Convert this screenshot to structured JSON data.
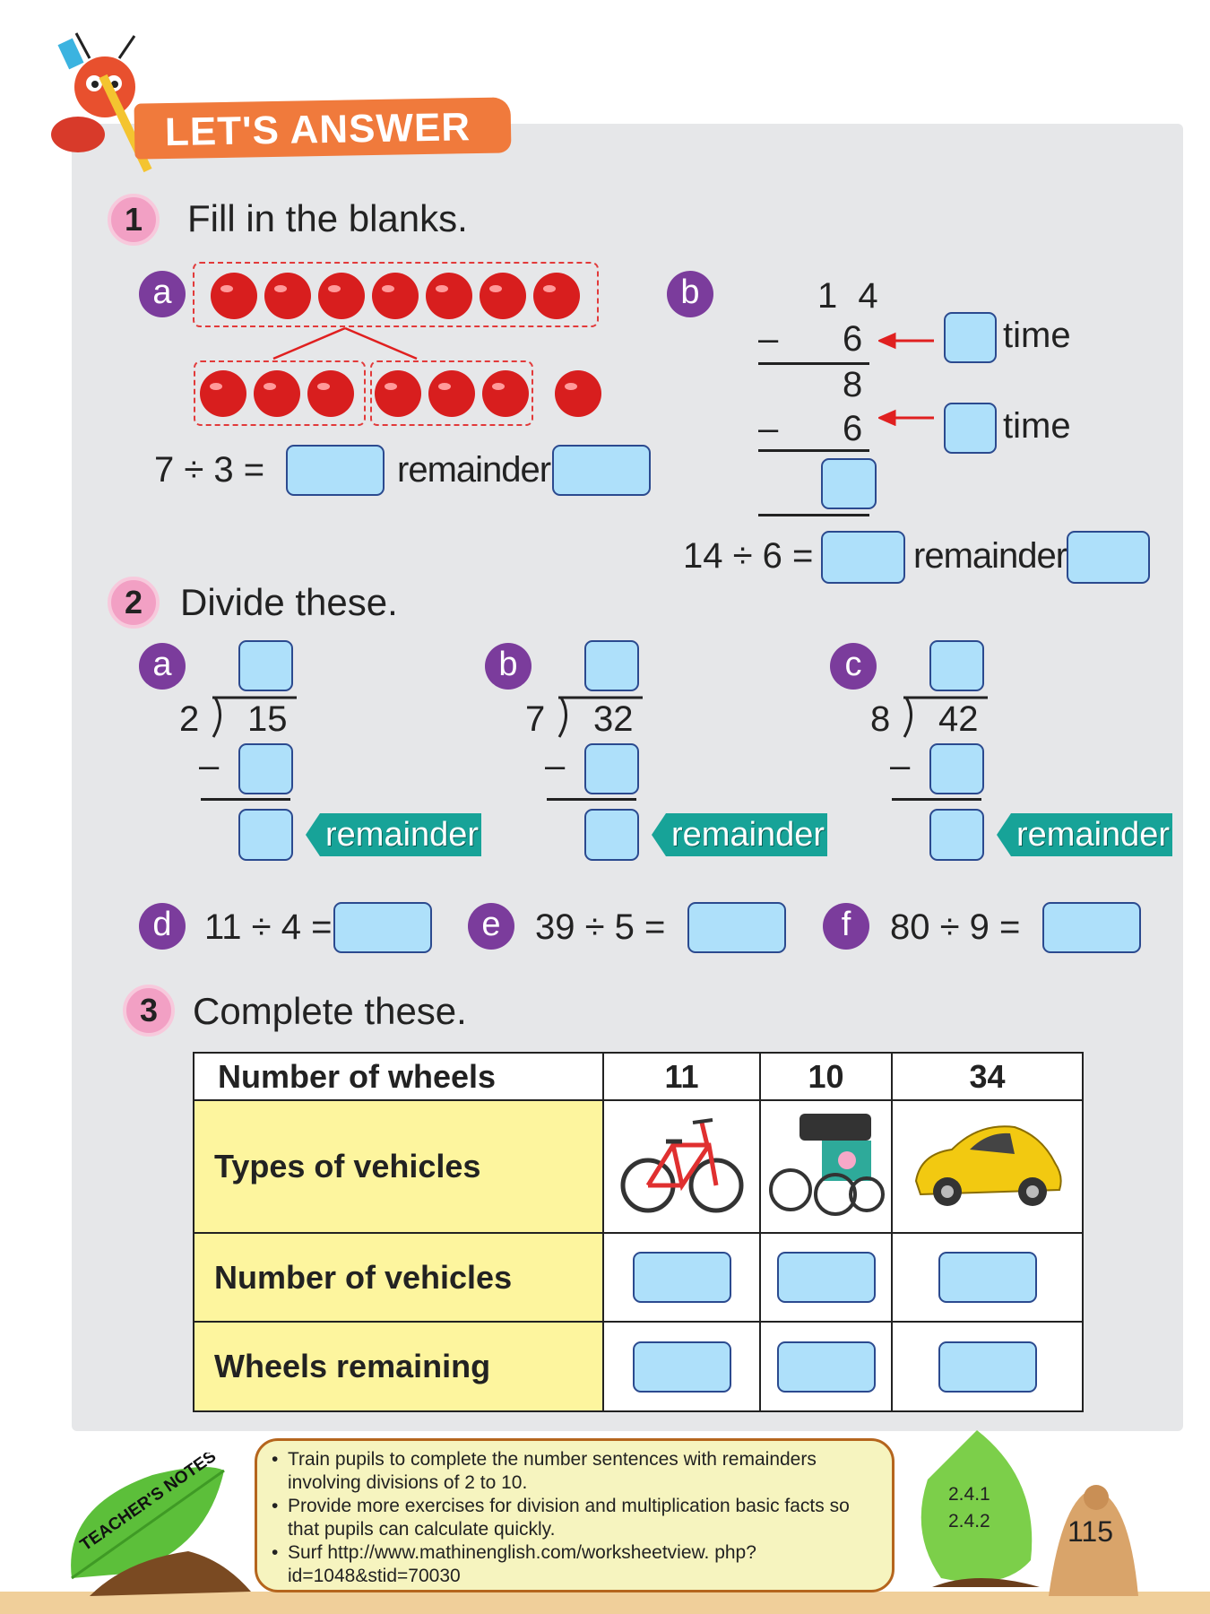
{
  "header": {
    "title": "LET'S ANSWER"
  },
  "q1": {
    "number": "1",
    "title": "Fill in the blanks.",
    "a": {
      "label": "a",
      "equation": "7 ÷ 3 =",
      "remainder_label": "remainder",
      "apples_total": 7,
      "groups": 2,
      "group_size": 3,
      "leftover": 1
    },
    "b": {
      "label": "b",
      "minuend": "1 4",
      "sub1": "6",
      "middle": "8",
      "sub2": "6",
      "minus": "–",
      "time_label": "time",
      "equation": "14 ÷ 6 =",
      "remainder_label": "remainder"
    }
  },
  "q2": {
    "number": "2",
    "title": "Divide these.",
    "long": [
      {
        "label": "a",
        "divisor": "2",
        "dividend": "15"
      },
      {
        "label": "b",
        "divisor": "7",
        "dividend": "32"
      },
      {
        "label": "c",
        "divisor": "8",
        "dividend": "42"
      }
    ],
    "minus": "–",
    "remainder_tag": "remainder",
    "inline": [
      {
        "label": "d",
        "equation": "11 ÷ 4 ="
      },
      {
        "label": "e",
        "equation": "39 ÷ 5 ="
      },
      {
        "label": "f",
        "equation": "80 ÷ 9 ="
      }
    ]
  },
  "q3": {
    "number": "3",
    "title": "Complete these.",
    "table": {
      "header": "Number of wheels",
      "wheels": [
        "11",
        "10",
        "34"
      ],
      "rows": [
        "Types of vehicles",
        "Number of vehicles",
        "Wheels remaining"
      ],
      "vehicles": [
        "bicycle",
        "trishaw",
        "car"
      ]
    }
  },
  "footer": {
    "badge": "TEACHER'S NOTES",
    "notes": [
      "Train pupils to complete the number sentences with remainders involving divisions of 2 to 10.",
      "Provide more exercises for division and multiplication basic facts so that pupils can calculate quickly.",
      "Surf http://www.mathinenglish.com/worksheetview. php?id=1048&stid=70030"
    ],
    "standards": [
      "2.4.1",
      "2.4.2"
    ],
    "page_number": "115"
  },
  "colors": {
    "blank_fill": "#aee0fa",
    "badge_purple": "#7b3c9c",
    "remainder_tag": "#17a398",
    "table_label": "#fdf59e",
    "banner": "#f07a3c"
  }
}
